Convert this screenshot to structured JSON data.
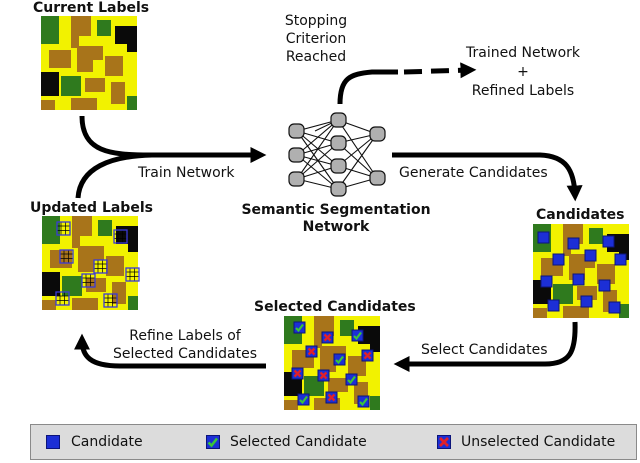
{
  "current_labels": "Current Labels",
  "stopping": [
    "Stopping",
    "Criterion",
    "Reached"
  ],
  "trained": [
    "Trained Network",
    "+",
    "Refined Labels"
  ],
  "train_network": "Train Network",
  "generate_candidates": "Generate Candidates",
  "network_title": [
    "Semantic Segmentation",
    "Network"
  ],
  "updated_labels": "Updated Labels",
  "candidates": "Candidates",
  "selected_candidates": "Selected Candidates",
  "refine": [
    "Refine Labels of",
    "Selected Candidates"
  ],
  "select_candidates": "Select Candidates",
  "legend": {
    "candidate": "Candidate",
    "selected": "Selected Candidate",
    "unselected": "Unselected Candidate"
  },
  "colors": {
    "field": "#f2f200",
    "soil": "#a8741a",
    "tree": "#2f7a1e",
    "dark": "#0a0a0a",
    "candidate": "#1c2fd6",
    "check": "#3ac43a",
    "cross": "#e0202a",
    "legend_bg": "#dcdcdc"
  }
}
